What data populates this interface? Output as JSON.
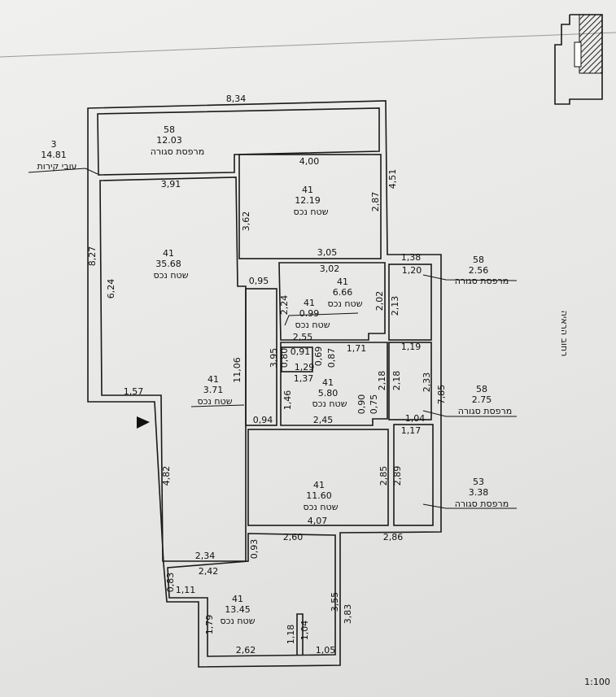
{
  "scale": "1:100",
  "street": "רחוב הראיה",
  "rooms": [
    {
      "code": "58",
      "area": "12.03",
      "name": "מרפסת סגורה"
    },
    {
      "code": "3",
      "area": "14.81",
      "name": "עובי קירות"
    },
    {
      "code": "41",
      "area": "12.19",
      "name": "שטח נכס"
    },
    {
      "code": "41",
      "area": "35.68",
      "name": "שטח נכס"
    },
    {
      "code": "41",
      "area": "6.66",
      "name": "שטח נכס"
    },
    {
      "code": "41",
      "area": "0.99",
      "name": "שטח נכס"
    },
    {
      "code": "41",
      "area": "3.71",
      "name": "שטח נכס"
    },
    {
      "code": "41",
      "area": "5.80",
      "name": "שטח נכס"
    },
    {
      "code": "41",
      "area": "11.60",
      "name": "שטח נכס"
    },
    {
      "code": "41",
      "area": "13.45",
      "name": "שטח נכס"
    },
    {
      "code": "58",
      "area": "2.56",
      "name": "מרפסת סגורה"
    },
    {
      "code": "58",
      "area": "2.75",
      "name": "מרפסת סגורה"
    },
    {
      "code": "53",
      "area": "3.38",
      "name": "מרפסת סגורה"
    }
  ],
  "dims": [
    "8,34",
    "4,51",
    "3,91",
    "4,00",
    "3,62",
    "2,87",
    "8,27",
    "6,24",
    "3,05",
    "1,38",
    "1,20",
    "0,95",
    "3,02",
    "2,24",
    "2,02",
    "2,13",
    "2,55",
    "3,95",
    "0,80",
    "0,91",
    "0,69",
    "0,87",
    "1,71",
    "1,19",
    "11,06",
    "1,29",
    "2,18",
    "2,18",
    "2,33",
    "7,85",
    "1,37",
    "1,46",
    "1,57",
    "0,90",
    "0,75",
    "0,94",
    "2,45",
    "1,04",
    "1,17",
    "4,82",
    "2,85",
    "2,89",
    "4,07",
    "2,60",
    "2,86",
    "0,93",
    "2,34",
    "2,42",
    "0,83",
    "1,11",
    "3,55",
    "3,83",
    "1,79",
    "1,18",
    "1,04",
    "2,62",
    "1,05"
  ]
}
